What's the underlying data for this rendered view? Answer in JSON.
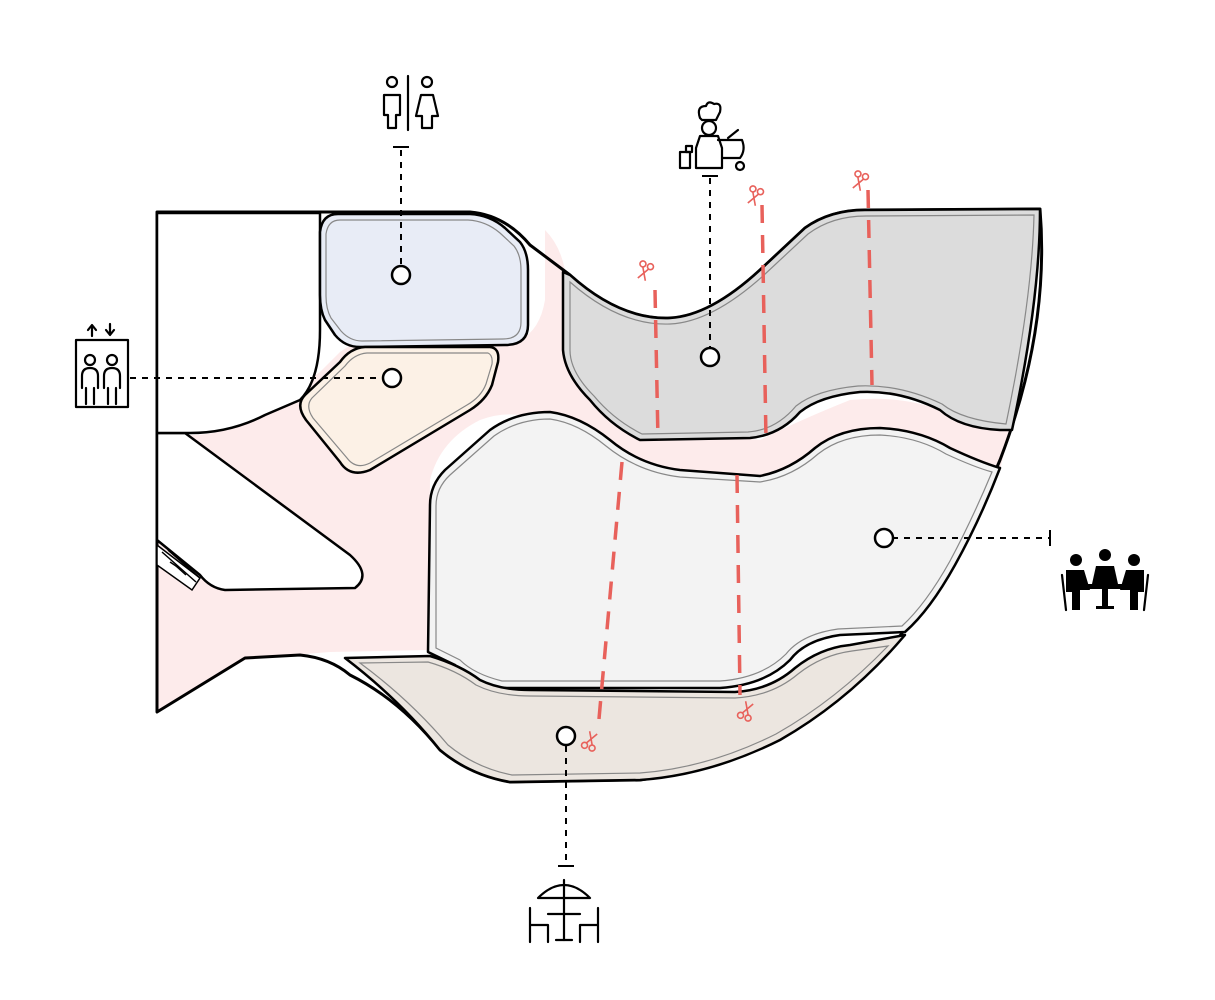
{
  "zones": [
    {
      "id": "restroom-zone",
      "color": "#e8ecf6"
    },
    {
      "id": "elevator-lobby-zone",
      "color": "#fcf1e6"
    },
    {
      "id": "kitchen-zone",
      "color": "#dcdcdc"
    },
    {
      "id": "dining-zone",
      "color": "#f3f3f3"
    },
    {
      "id": "terrace-zone",
      "color": "#ece6e0"
    },
    {
      "id": "circulation-zone",
      "color": "#fdebeb"
    }
  ],
  "icons": {
    "restroom": "restroom-icon",
    "chef": "chef-icon",
    "elevator": "elevator-icon",
    "dining": "dining-people-icon",
    "terrace": "umbrella-table-icon",
    "partition": "scissors-icon"
  },
  "colors": {
    "line": "#000000",
    "partition": "#e8615b",
    "background": "#ffffff"
  },
  "partition_lines": 5
}
